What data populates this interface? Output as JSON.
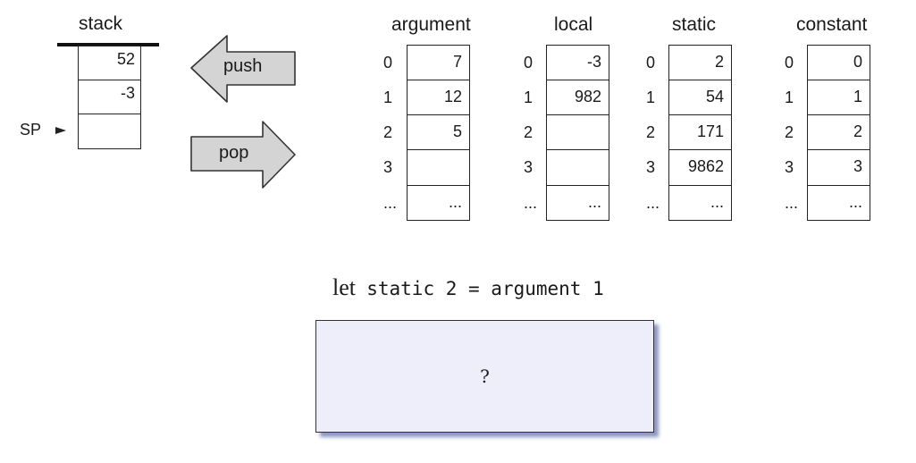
{
  "stack": {
    "title": "stack",
    "cells": [
      "52",
      "-3",
      ""
    ],
    "sp_label": "SP"
  },
  "arrows": {
    "push": "push",
    "pop": "pop"
  },
  "segments": [
    {
      "name": "argument",
      "indices": [
        "0",
        "1",
        "2",
        "3",
        "..."
      ],
      "values": [
        "7",
        "12",
        "5",
        "",
        "..."
      ]
    },
    {
      "name": "local",
      "indices": [
        "0",
        "1",
        "2",
        "3",
        "..."
      ],
      "values": [
        "-3",
        "982",
        "",
        "",
        "..."
      ]
    },
    {
      "name": "static",
      "indices": [
        "0",
        "1",
        "2",
        "3",
        "..."
      ],
      "values": [
        "2",
        "54",
        "171",
        "9862",
        "..."
      ]
    },
    {
      "name": "constant",
      "indices": [
        "0",
        "1",
        "2",
        "3",
        "..."
      ],
      "values": [
        "0",
        "1",
        "2",
        "3",
        "..."
      ]
    }
  ],
  "command": {
    "keyword": "let",
    "expression": "static 2 = argument 1"
  },
  "answer_box": {
    "text": "?"
  },
  "colors": {
    "arrow_fill": "#d4d4d4",
    "box_fill": "#eeeefa",
    "box_shadow": "#8f97c4"
  }
}
